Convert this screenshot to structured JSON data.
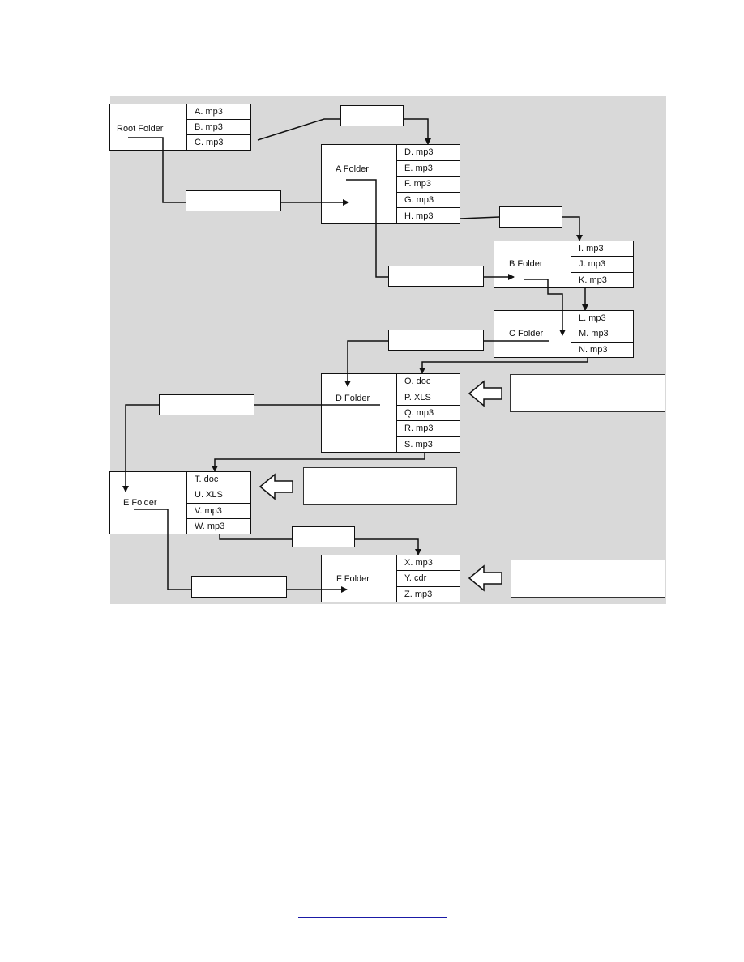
{
  "diagram": {
    "folders": [
      {
        "id": "root",
        "name": "Root Folder",
        "files": [
          "A. mp3",
          "B. mp3",
          "C. mp3"
        ]
      },
      {
        "id": "a",
        "name": "A  Folder",
        "files": [
          "D. mp3",
          "E. mp3",
          "F. mp3",
          "G. mp3",
          "H. mp3"
        ]
      },
      {
        "id": "b",
        "name": "B Folder",
        "files": [
          "I. mp3",
          "J. mp3",
          "K. mp3"
        ]
      },
      {
        "id": "c",
        "name": "C Folder",
        "files": [
          "L. mp3",
          "M. mp3",
          "N. mp3"
        ]
      },
      {
        "id": "d",
        "name": "D  Folder",
        "files": [
          "O. doc",
          "P. XLS",
          "Q. mp3",
          "R. mp3",
          "S. mp3"
        ]
      },
      {
        "id": "e",
        "name": "E  Folder",
        "files": [
          "T. doc",
          "U. XLS",
          "V. mp3",
          "W. mp3"
        ]
      },
      {
        "id": "f",
        "name": "F Folder",
        "files": [
          "X. mp3",
          "Y. cdr",
          "Z. mp3"
        ]
      }
    ],
    "colors": {
      "line": "#111111",
      "panel": "#d9d9d9",
      "link": "#1a1aa6"
    },
    "icons": [
      "hollow-left-arrow-icon"
    ]
  }
}
